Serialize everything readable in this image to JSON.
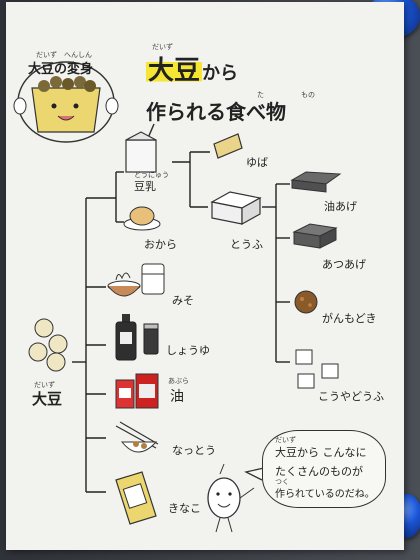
{
  "badge": {
    "text": "大豆の変身",
    "ruby": "だいず　へんしん"
  },
  "title": {
    "line1_highlight": "大豆",
    "line1_rest": "から",
    "line2": "作られる食べ物",
    "ruby_daizu": "だいず",
    "ruby_ta": "た",
    "ruby_mono": "もの"
  },
  "root": {
    "label": "大豆",
    "ruby": "だいず"
  },
  "items": {
    "tonyu": {
      "label": "豆乳",
      "ruby": "とうにゅう"
    },
    "okara": {
      "label": "おから"
    },
    "yuba": {
      "label": "ゆば"
    },
    "tofu": {
      "label": "とうふ"
    },
    "aburaage": {
      "label": "油あげ"
    },
    "atsuage": {
      "label": "あつあげ"
    },
    "ganmodoki": {
      "label": "がんもどき"
    },
    "koyadofu": {
      "label": "こうやどうふ"
    },
    "miso": {
      "label": "みそ"
    },
    "shoyu": {
      "label": "しょうゆ"
    },
    "abura": {
      "label": "油",
      "ruby": "あぶら"
    },
    "natto": {
      "label": "なっとう"
    },
    "kinako": {
      "label": "きなこ"
    }
  },
  "bubble": {
    "line1": "大豆から こんなに",
    "line2": "たくさんのものが",
    "line3": "作られているのだね。",
    "ruby_daizu": "だいず",
    "ruby_tsuku": "つく"
  },
  "colors": {
    "paper": "#f2f2ee",
    "ink": "#222222",
    "highlight": "#f5e633",
    "soy": "#d8c898",
    "tofu_gray": "#9a9a9a",
    "fried": "#555555",
    "magnet": "#1b56d6"
  }
}
